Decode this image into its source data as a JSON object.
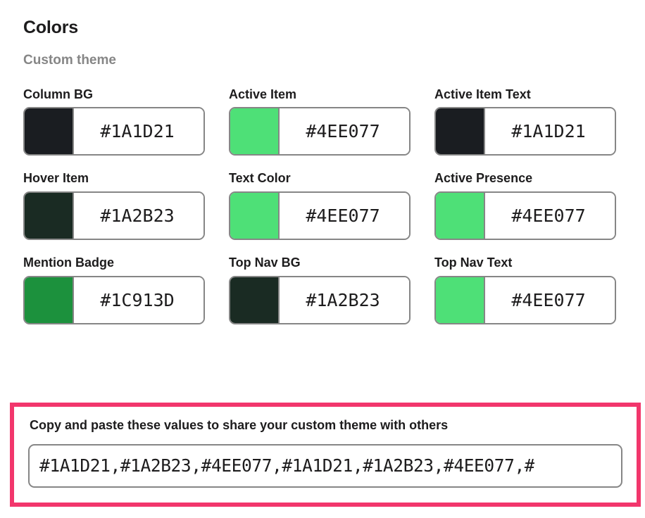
{
  "header": {
    "title": "Colors",
    "subtitle": "Custom theme"
  },
  "swatches": [
    {
      "label": "Column BG",
      "value": "#1A1D21",
      "color": "#1A1D21"
    },
    {
      "label": "Active Item",
      "value": "#4EE077",
      "color": "#4EE077"
    },
    {
      "label": "Active Item Text",
      "value": "#1A1D21",
      "color": "#1A1D21"
    },
    {
      "label": "Hover Item",
      "value": "#1A2B23",
      "color": "#1A2B23"
    },
    {
      "label": "Text Color",
      "value": "#4EE077",
      "color": "#4EE077"
    },
    {
      "label": "Active Presence",
      "value": "#4EE077",
      "color": "#4EE077"
    },
    {
      "label": "Mention Badge",
      "value": "#1C913D",
      "color": "#1C913D"
    },
    {
      "label": "Top Nav BG",
      "value": "#1A2B23",
      "color": "#1A2B23"
    },
    {
      "label": "Top Nav Text",
      "value": "#4EE077",
      "color": "#4EE077"
    }
  ],
  "share": {
    "title": "Copy and paste these values to share your custom theme with others",
    "value": "#1A1D21,#1A2B23,#4EE077,#1A1D21,#1A2B23,#4EE077,#",
    "highlight_color": "#F2366C",
    "border_color": "#868686"
  }
}
